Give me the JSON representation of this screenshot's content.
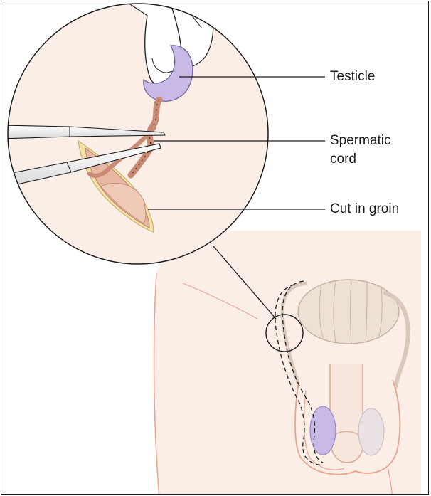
{
  "labels": {
    "testicle": "Testicle",
    "spermatic_cord_line1": "Spermatic",
    "spermatic_cord_line2": "cord",
    "cut_in_groin": "Cut in groin"
  },
  "colors": {
    "skin": "#fbeee7",
    "skin_outline": "#e9a48f",
    "testicle": "#c9b9e6",
    "tissue": "#e8b7a2",
    "incision_edge": "#f4e3a6",
    "outline": "#1a1a1a"
  }
}
